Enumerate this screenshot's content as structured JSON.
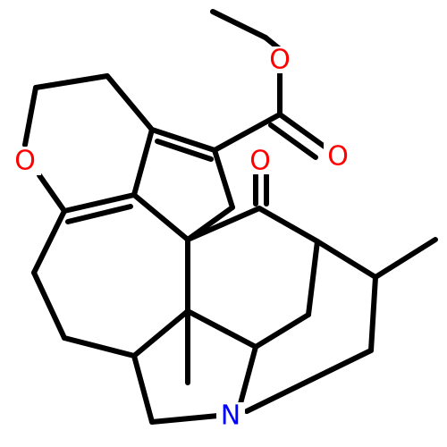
{
  "atoms": {
    "oxygen_ring": "O",
    "oxygen_ester": "O",
    "oxygen_carbonyl_ester": "O",
    "oxygen_ketone": "O",
    "nitrogen": "N"
  },
  "colors": {
    "bond": "#000000",
    "oxygen": "#ff0000",
    "nitrogen": "#0000ff",
    "background": "#ffffff"
  }
}
